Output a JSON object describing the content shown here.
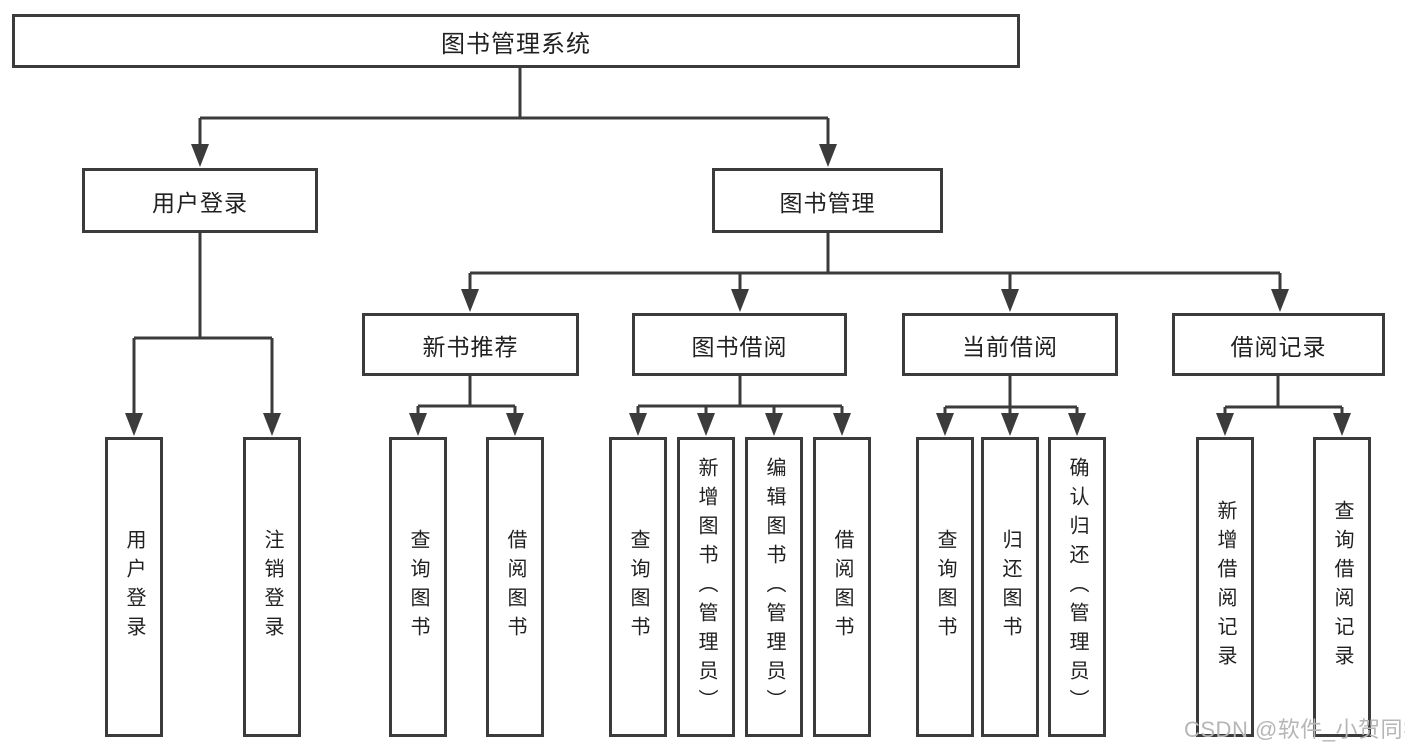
{
  "chart": {
    "root": {
      "label": "图书管理系统"
    },
    "branches": [
      {
        "label": "用户登录"
      },
      {
        "label": "图书管理"
      }
    ],
    "sections": [
      {
        "label": "新书推荐"
      },
      {
        "label": "图书借阅"
      },
      {
        "label": "当前借阅"
      },
      {
        "label": "借阅记录"
      }
    ],
    "leaves": [
      {
        "label": "用户登录"
      },
      {
        "label": "注销登录"
      },
      {
        "label": "查询图书"
      },
      {
        "label": "借阅图书"
      },
      {
        "label": "查询图书"
      },
      {
        "label": "新增图书（管理员）"
      },
      {
        "label": "编辑图书（管理员）"
      },
      {
        "label": "借阅图书"
      },
      {
        "label": "查询图书"
      },
      {
        "label": "归还图书"
      },
      {
        "label": "确认归还（管理员）"
      },
      {
        "label": "新增借阅记录"
      },
      {
        "label": "查询借阅记录"
      }
    ]
  },
  "watermark": {
    "text": "CSDN @软件_小贺同学"
  },
  "colors": {
    "line": "#3b3b3b",
    "text": "#212121",
    "background": "#ffffff",
    "watermark": "#b6b6b6"
  }
}
